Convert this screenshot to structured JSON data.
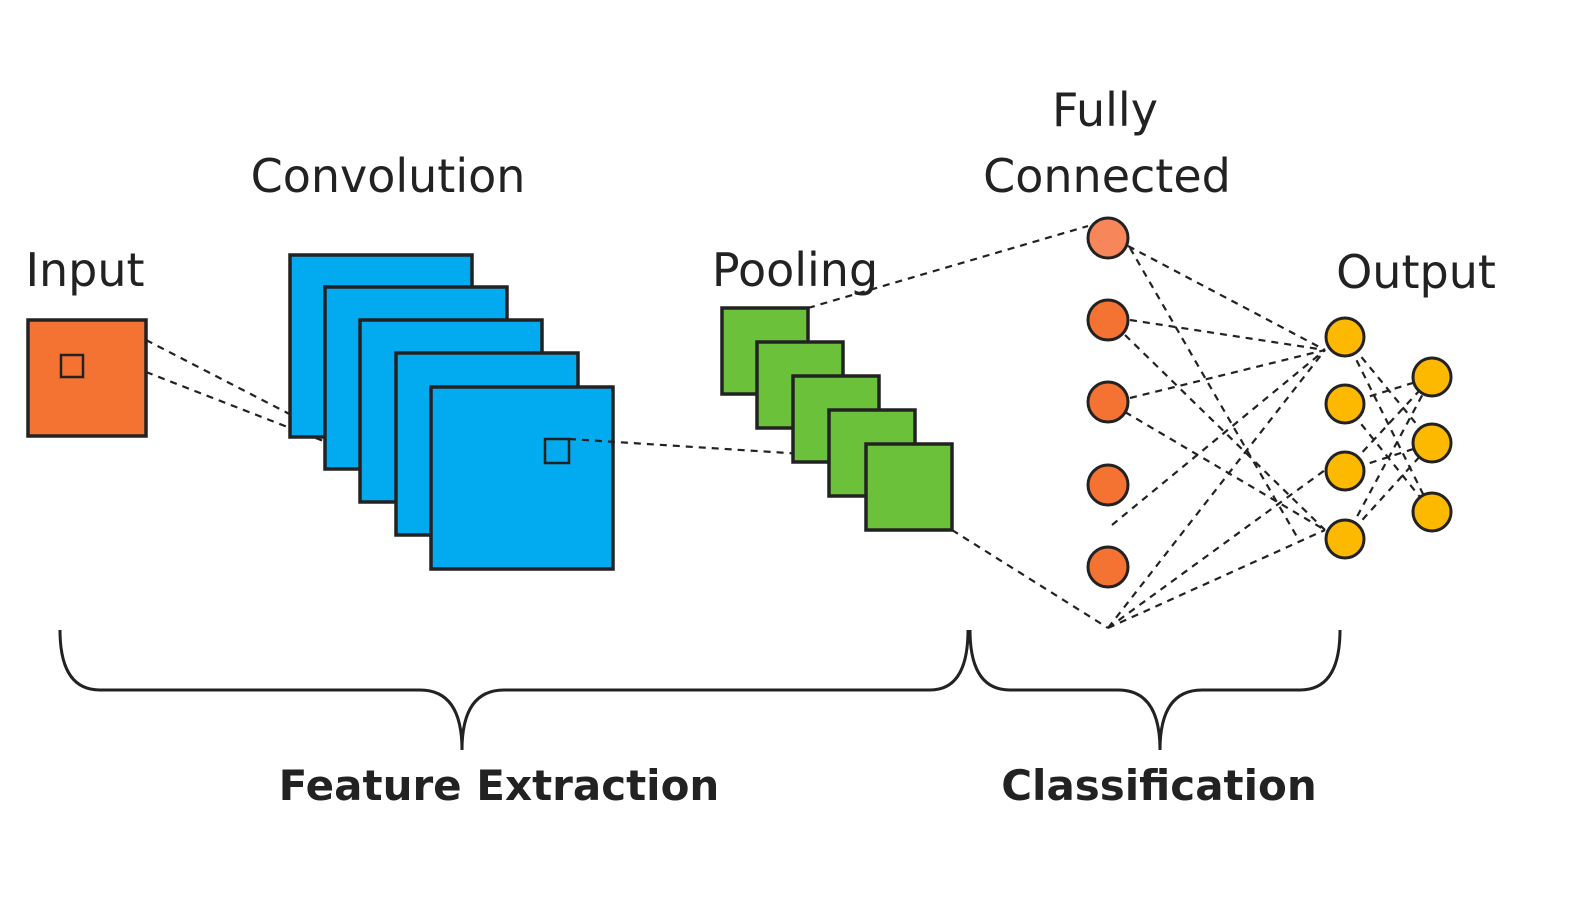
{
  "labels": {
    "input": "Input",
    "convolution": "Convolution",
    "pooling": "Pooling",
    "fully_connected_line1": "Fully",
    "fully_connected_line2": "Connected",
    "output": "Output",
    "feature_extraction": "Feature Extraction",
    "classification": "Classification"
  },
  "colors": {
    "input": "#f47232",
    "convolution": "#02abf0",
    "pooling": "#6bc23a",
    "fully_connected": "#f47232",
    "fully_connected_top": "#f7865a",
    "output": "#fcb900",
    "stroke": "#222222"
  },
  "layers": {
    "convolution_maps": 5,
    "pooling_maps": 5,
    "fully_connected_nodes": 5,
    "hidden_output_nodes": 4,
    "final_output_nodes": 3
  }
}
